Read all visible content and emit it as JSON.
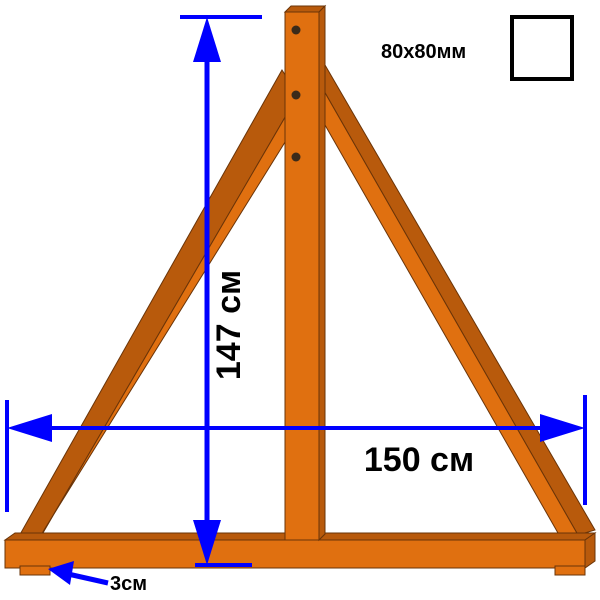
{
  "dimensions": {
    "height_label": "147 см",
    "width_label": "150 см",
    "offset_label": "3см",
    "section_label": "80x80мм"
  },
  "colors": {
    "wood_front": "#e07010",
    "wood_side": "#b85a0c",
    "wood_outline": "#6a3408",
    "dimension_line": "#0000ff",
    "bolt": "#3a2a1a",
    "text": "#000000"
  }
}
